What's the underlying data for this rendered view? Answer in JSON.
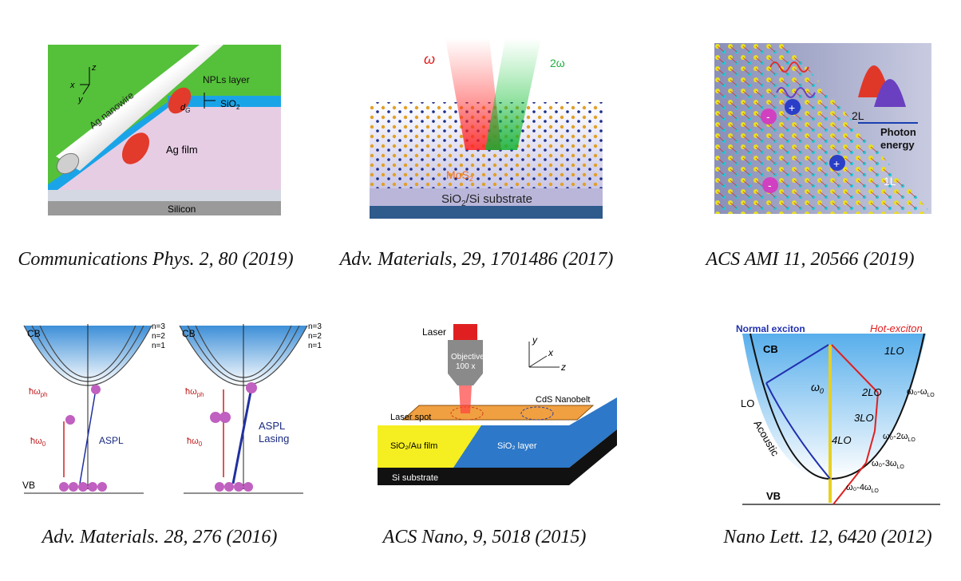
{
  "panels": [
    {
      "caption": "Communications Phys. 2, 80 (2019)",
      "labels": {
        "axis_z": "z",
        "axis_x": "x",
        "axis_y": "y",
        "wire": "Ag nanowire",
        "npl": "NPLs layer",
        "dg": "d",
        "dg_sub": "G",
        "sio2": "SiO",
        "sio2_sub": "2",
        "agfilm": "Ag film",
        "silicon": "Silicon"
      }
    },
    {
      "caption": "Adv. Materials, 29, 1701486 (2017)",
      "labels": {
        "omega": "ω",
        "two_omega": "2ω",
        "mos2": "MoS",
        "mos2_sub": "2",
        "substrate_a": "SiO",
        "substrate_sub": "2",
        "substrate_b": "/Si substrate"
      }
    },
    {
      "caption": "ACS AMI 11, 20566 (2019)",
      "labels": {
        "minus": "-",
        "plus": "+",
        "layer2": "2L",
        "layer1": "1L",
        "photon1": "Photon",
        "photon2": "energy"
      }
    },
    {
      "caption": "Adv. Materials.  28, 276 (2016)",
      "labels": {
        "cb": "CB",
        "vb": "VB",
        "n3": "n=3",
        "n2": "n=2",
        "n1": "n=1",
        "hw_ph": "ħω",
        "hw_ph_sub": "ph",
        "hw_0": "ħω",
        "hw_0_sub": "0",
        "aspl": "ASPL",
        "lasing": "Lasing"
      }
    },
    {
      "caption": "ACS Nano, 9, 5018 (2015)",
      "labels": {
        "laser": "Laser",
        "objective": "Objective",
        "mag": "100 x",
        "axis_y": "y",
        "axis_x": "x",
        "axis_z": "z",
        "nanobelt": "CdS Nanobelt",
        "spot": "Laser spot",
        "au_film": "SiO₂/Au film",
        "sio2_layer": "SiO₂ layer",
        "si_sub": "Si substrate"
      }
    },
    {
      "caption": "Nano Lett. 12, 6420 (2012)",
      "labels": {
        "normal": "Normal exciton",
        "hot": "Hot-exciton",
        "cb": "CB",
        "vb": "VB",
        "w0": "ω",
        "w0_sub": "0",
        "lo": "LO",
        "acoustic": "Acoustic",
        "lo1": "1LO",
        "lo2": "2LO",
        "lo3": "3LO",
        "lo4": "4LO",
        "e1": "ω₀-ω",
        "e2": "ω₀-2ω",
        "e3": "ω₀-3ω",
        "e4": "ω₀-4ω",
        "lo_sub": "LO"
      }
    }
  ],
  "colors": {
    "green": "#55c03a",
    "blue": "#1aa4e8",
    "pink": "#e6cde4",
    "purple": "#9b3fa3"
  }
}
